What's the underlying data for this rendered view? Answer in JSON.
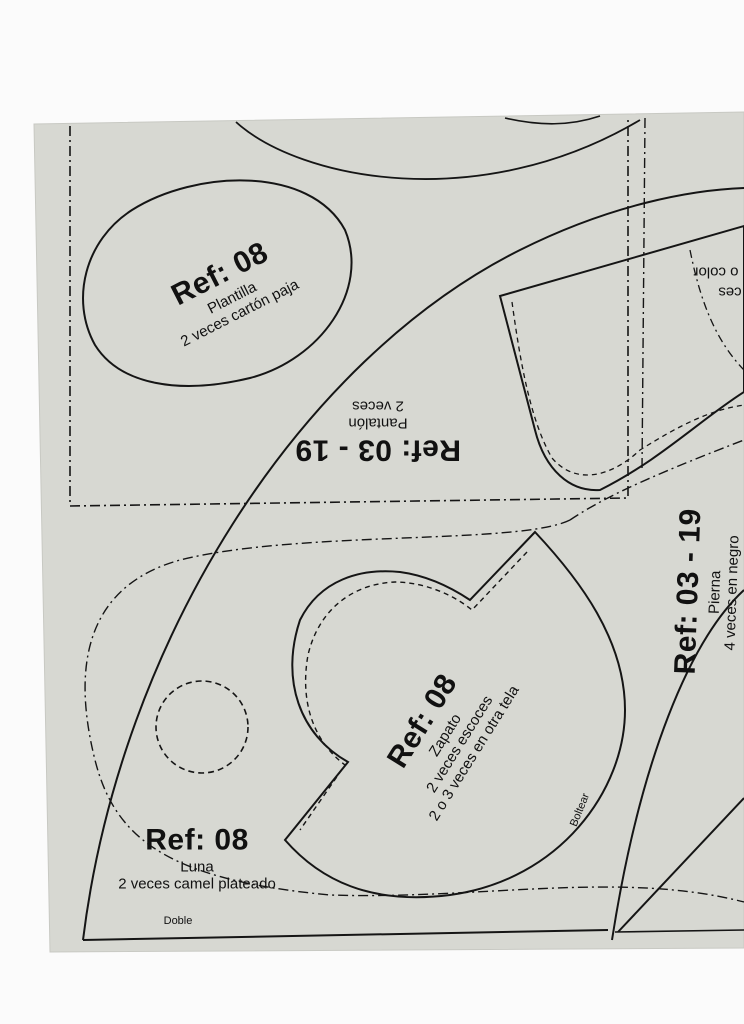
{
  "pieces": {
    "plantilla": {
      "ref": "Ref: 08",
      "name": "Plantilla",
      "qty": "2 veces cartón paja"
    },
    "pantalon": {
      "ref": "Ref: 03 - 19",
      "name": "Pantalón",
      "qty": "2 veces"
    },
    "zapato": {
      "ref": "Ref: 08",
      "name": "Zapato",
      "qty1": "2 veces escoces",
      "qty2": "2 o 3 veces en otra tela",
      "note": "Boltear"
    },
    "pierna": {
      "ref": "Ref: 03 - 19",
      "name": "Pierna",
      "qty": "4 veces en negro"
    },
    "luna": {
      "ref": "Ref: 08",
      "name": "Luna",
      "qty": "2 veces camel plateado",
      "note": "Doble"
    },
    "top_right": {
      "fragment1": "o color",
      "fragment2": "ces"
    }
  },
  "colors": {
    "paper": "#d7d8d2",
    "line": "#151515",
    "background": "#fbfbfb"
  }
}
